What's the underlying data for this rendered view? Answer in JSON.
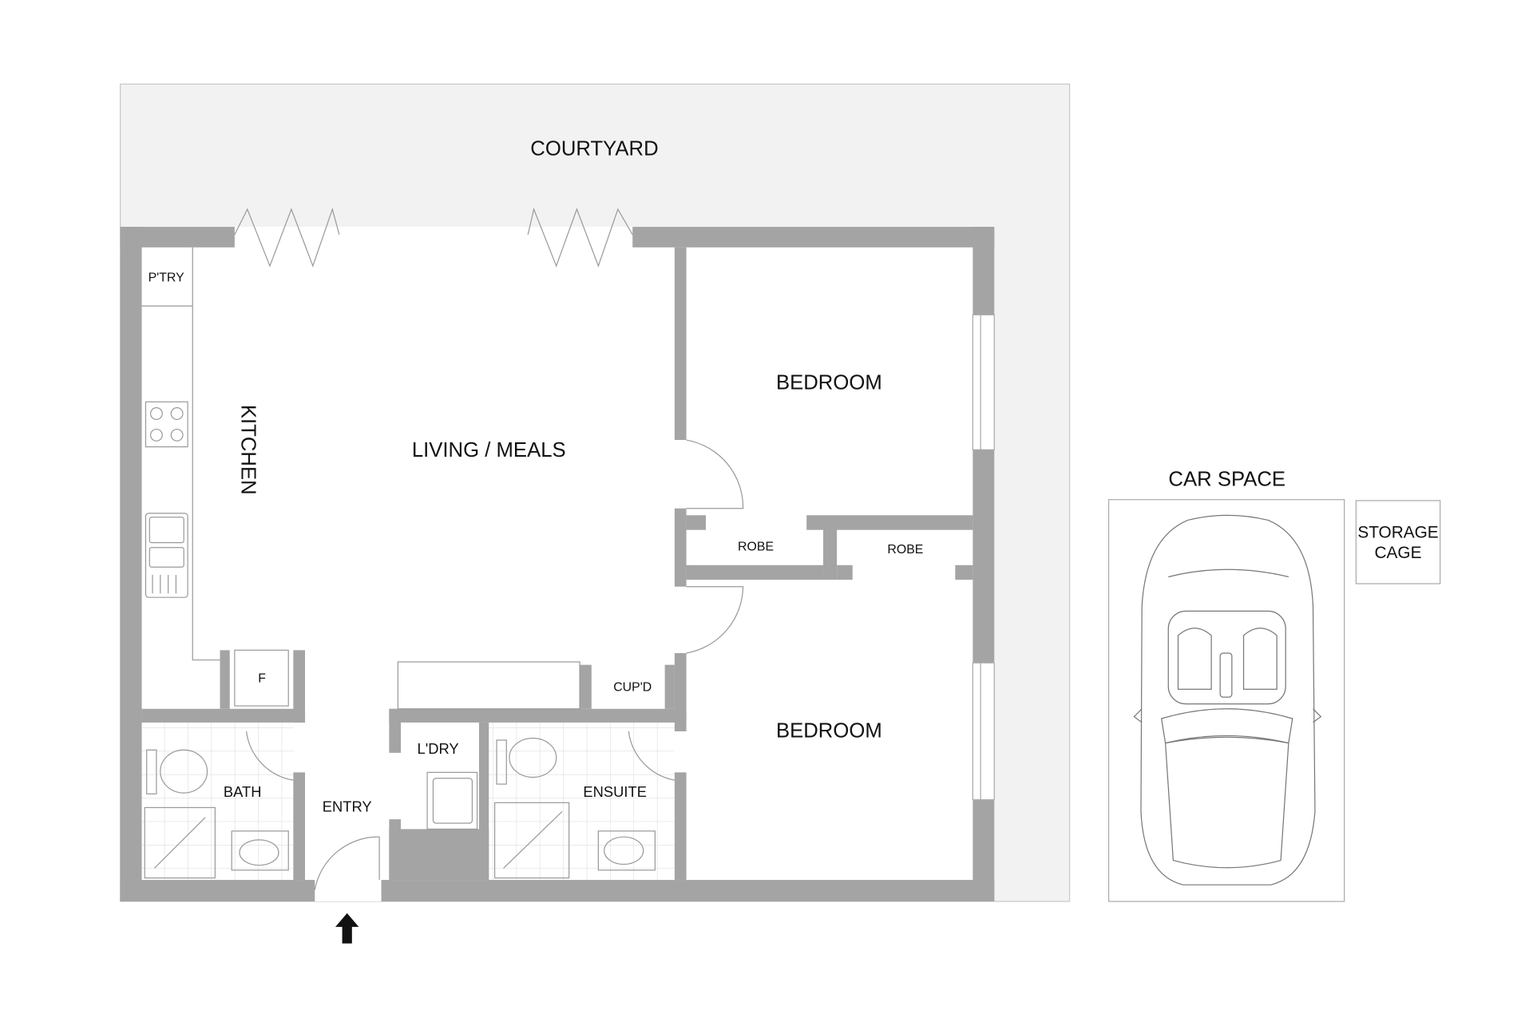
{
  "title": "Floor plan",
  "rooms": {
    "courtyard": "COURTYARD",
    "pantry": "P'TRY",
    "kitchen": "KITCHEN",
    "living": "LIVING / MEALS",
    "bedroom1": "BEDROOM",
    "bedroom2": "BEDROOM",
    "robe1": "ROBE",
    "robe2": "ROBE",
    "fridge": "F",
    "cupboard": "CUP'D",
    "laundry": "L'DRY",
    "bath": "BATH",
    "entry": "ENTRY",
    "ensuite": "ENSUITE",
    "car_space": "CAR SPACE",
    "storage_line1": "STORAGE",
    "storage_line2": "CAGE"
  },
  "colors": {
    "wall": "#a4a4a4",
    "courtyard": "#f1f2f1"
  }
}
